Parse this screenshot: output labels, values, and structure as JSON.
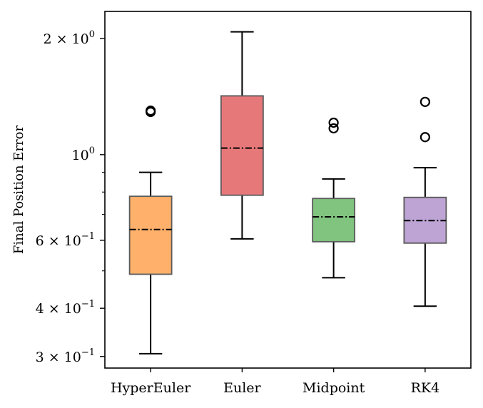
{
  "chart_data": {
    "type": "box",
    "ylabel": "Final Position Error",
    "xlabel": "",
    "title": "",
    "yscale": "log",
    "ylim": [
      0.28,
      2.35
    ],
    "grid": false,
    "categories": [
      "HyperEuler",
      "Euler",
      "Midpoint",
      "RK4"
    ],
    "boxes": [
      {
        "name": "HyperEuler",
        "color": "#ffb16b",
        "whislo": 0.305,
        "q1": 0.49,
        "median": 0.64,
        "q3": 0.78,
        "whishi": 0.9,
        "fliers": [
          1.29,
          1.3
        ]
      },
      {
        "name": "Euler",
        "color": "#e7787a",
        "whislo": 0.605,
        "q1": 0.785,
        "median": 1.04,
        "q3": 1.42,
        "whishi": 2.08,
        "fliers": []
      },
      {
        "name": "Midpoint",
        "color": "#80c47f",
        "whislo": 0.48,
        "q1": 0.595,
        "median": 0.69,
        "q3": 0.77,
        "whishi": 0.865,
        "fliers": [
          1.17,
          1.21
        ]
      },
      {
        "name": "RK4",
        "color": "#bea4d5",
        "whislo": 0.405,
        "q1": 0.59,
        "median": 0.675,
        "q3": 0.775,
        "whishi": 0.925,
        "fliers": [
          1.11,
          1.37
        ]
      }
    ],
    "yticks_major": [
      {
        "value": 0.3,
        "mant": "3",
        "exp": "−1"
      },
      {
        "value": 0.4,
        "mant": "4",
        "exp": "−1"
      },
      {
        "value": 0.6,
        "mant": "6",
        "exp": "−1"
      },
      {
        "value": 1.0,
        "mant": "",
        "exp": "0"
      },
      {
        "value": 2.0,
        "mant": "2",
        "exp": "0"
      }
    ],
    "yticks_minor": [
      0.5,
      0.7,
      0.8,
      0.9
    ]
  }
}
